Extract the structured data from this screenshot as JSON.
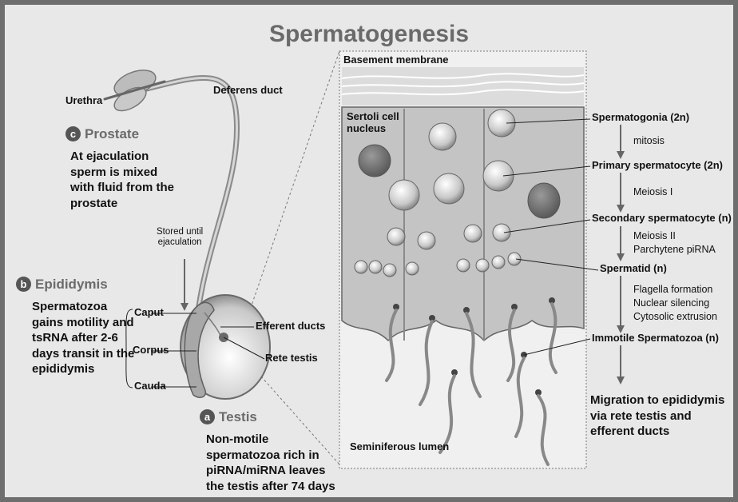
{
  "title": "Spermatogenesis",
  "anatomy": {
    "urethra": "Urethra",
    "deferens_duct": "Deferens duct",
    "stored": "Stored until\nejaculation",
    "caput": "Caput",
    "corpus": "Corpus",
    "cauda": "Cauda",
    "efferent_ducts": "Efferent ducts",
    "rete_testis": "Rete testis"
  },
  "sections": {
    "c": {
      "badge": "c",
      "name": "Prostate",
      "text": "At ejaculation sperm is mixed with fluid from the prostate"
    },
    "b": {
      "badge": "b",
      "name": "Epididymis",
      "text": "Spermatozoa gains motility and tsRNA after 2-6 days transit in the epididymis"
    },
    "a": {
      "badge": "a",
      "name": "Testis",
      "text": "Non-motile spermatozoa rich in piRNA/miRNA leaves the testis after 74 days"
    }
  },
  "tubule": {
    "basement": "Basement membrane",
    "sertoli": "Sertoli cell\nnucleus",
    "lumen": "Seminiferous lumen"
  },
  "stages": {
    "spermatogonia": "Spermatogonia (2n)",
    "mitosis": "mitosis",
    "primary": "Primary spermatocyte (2n)",
    "meiosis1": "Meiosis I",
    "secondary": "Secondary spermatocyte (n)",
    "meiosis2": "Meiosis II\nParchytene piRNA",
    "spermatid": "Spermatid (n)",
    "flagella": "Flagella formation\nNuclear silencing\nCytosolic extrusion",
    "immotile": "Immotile Spermatozoa (n)",
    "migration": "Migration to epididymis via rete testis and efferent ducts"
  }
}
